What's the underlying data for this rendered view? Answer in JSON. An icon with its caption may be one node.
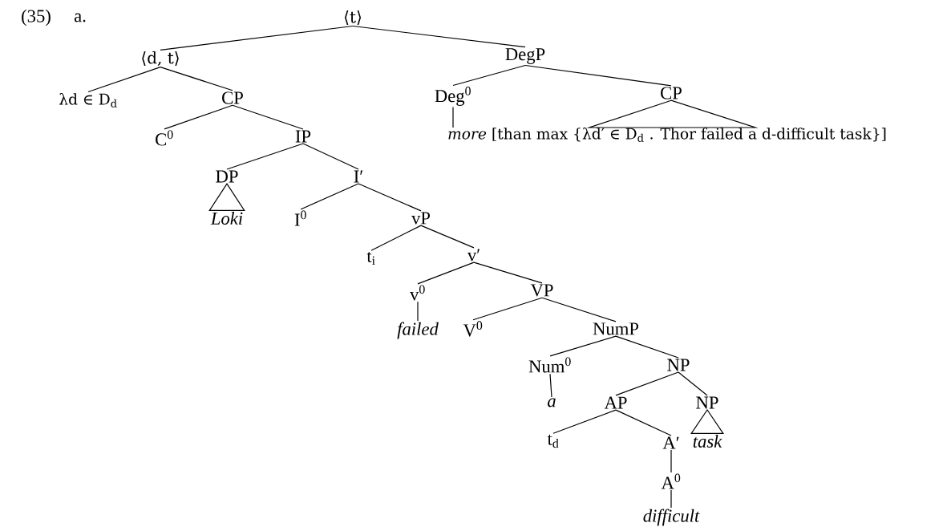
{
  "diagram": {
    "nodes": [
      {
        "text": [
          "⟨t⟩"
        ]
      },
      {
        "text": [
          "⟨d, t⟩"
        ]
      },
      {
        "text": [
          "DegP"
        ]
      },
      {
        "text": [
          "λd ∈ D$_{d}$"
        ]
      },
      {
        "text": [
          "CP"
        ]
      },
      {
        "text": [
          "Deg$^{0}$"
        ]
      },
      {
        "text": [
          "CP"
        ]
      },
      {
        "text": [
          "C$^{0}$"
        ]
      },
      {
        "text": [
          "IP"
        ]
      },
      {
        "text": [
          "*more* [than max {λd′ ∈ D$_{d}$ . Thor failed a d-difficult task}]"
        ]
      },
      {
        "text": [
          "DP"
        ]
      },
      {
        "text": [
          "I′"
        ]
      },
      {
        "text": [
          "Loki"
        ]
      },
      {
        "text": [
          "I$^{0}$"
        ]
      },
      {
        "text": [
          "vP"
        ]
      },
      {
        "text": [
          "t$_{i}$"
        ]
      },
      {
        "text": [
          "v′"
        ]
      },
      {
        "text": [
          "v$^{0}$"
        ]
      },
      {
        "text": [
          "VP"
        ]
      },
      {
        "text": [
          "failed"
        ]
      },
      {
        "text": [
          "V$^{0}$"
        ]
      },
      {
        "text": [
          "NumP"
        ]
      },
      {
        "text": [
          "Num$^{0}$"
        ]
      },
      {
        "text": [
          "NP"
        ]
      },
      {
        "text": [
          "a"
        ]
      },
      {
        "text": [
          "AP"
        ]
      },
      {
        "text": [
          "NP"
        ]
      },
      {
        "text": [
          "t$_{d}$"
        ]
      },
      {
        "text": [
          "A′"
        ]
      },
      {
        "text": [
          "task"
        ]
      },
      {
        "text": [
          "A$^{0}$"
        ]
      },
      {
        "text": [
          "difficult"
        ]
      }
    ],
    "edges": [
      {
        "from": 0,
        "to": 1,
        "arrow": "none"
      },
      {
        "from": 0,
        "to": 2,
        "arrow": "none"
      },
      {
        "from": 1,
        "to": 3,
        "arrow": "none"
      },
      {
        "from": 1,
        "to": 4,
        "arrow": "none"
      },
      {
        "from": 2,
        "to": 5,
        "arrow": "none"
      },
      {
        "from": 2,
        "to": 6,
        "arrow": "none"
      },
      {
        "from": 4,
        "to": 7,
        "arrow": "none"
      },
      {
        "from": 4,
        "to": 8,
        "arrow": "none"
      },
      {
        "from": 5,
        "to": 9,
        "arrow": "none"
      },
      {
        "from": 6,
        "to": 9,
        "arrow": "none"
      },
      {
        "from": 8,
        "to": 10,
        "arrow": "none"
      },
      {
        "from": 8,
        "to": 11,
        "arrow": "none"
      },
      {
        "from": 10,
        "to": 12,
        "arrow": "none"
      },
      {
        "from": 11,
        "to": 13,
        "arrow": "none"
      },
      {
        "from": 11,
        "to": 14,
        "arrow": "none"
      },
      {
        "from": 14,
        "to": 15,
        "arrow": "none"
      },
      {
        "from": 14,
        "to": 16,
        "arrow": "none"
      },
      {
        "from": 16,
        "to": 17,
        "arrow": "none"
      },
      {
        "from": 16,
        "to": 18,
        "arrow": "none"
      },
      {
        "from": 17,
        "to": 19,
        "arrow": "none"
      },
      {
        "from": 18,
        "to": 20,
        "arrow": "none"
      },
      {
        "from": 18,
        "to": 21,
        "arrow": "none"
      },
      {
        "from": 21,
        "to": 22,
        "arrow": "none"
      },
      {
        "from": 21,
        "to": 23,
        "arrow": "none"
      },
      {
        "from": 22,
        "to": 24,
        "arrow": "none"
      },
      {
        "from": 23,
        "to": 25,
        "arrow": "none"
      },
      {
        "from": 23,
        "to": 26,
        "arrow": "none"
      },
      {
        "from": 25,
        "to": 27,
        "arrow": "none"
      },
      {
        "from": 25,
        "to": 28,
        "arrow": "none"
      },
      {
        "from": 26,
        "to": 29,
        "arrow": "none"
      },
      {
        "from": 28,
        "to": 30,
        "arrow": "none"
      },
      {
        "from": 30,
        "to": 31,
        "arrow": "none"
      }
    ],
    "labels": [
      "(35)",
      "a."
    ]
  }
}
